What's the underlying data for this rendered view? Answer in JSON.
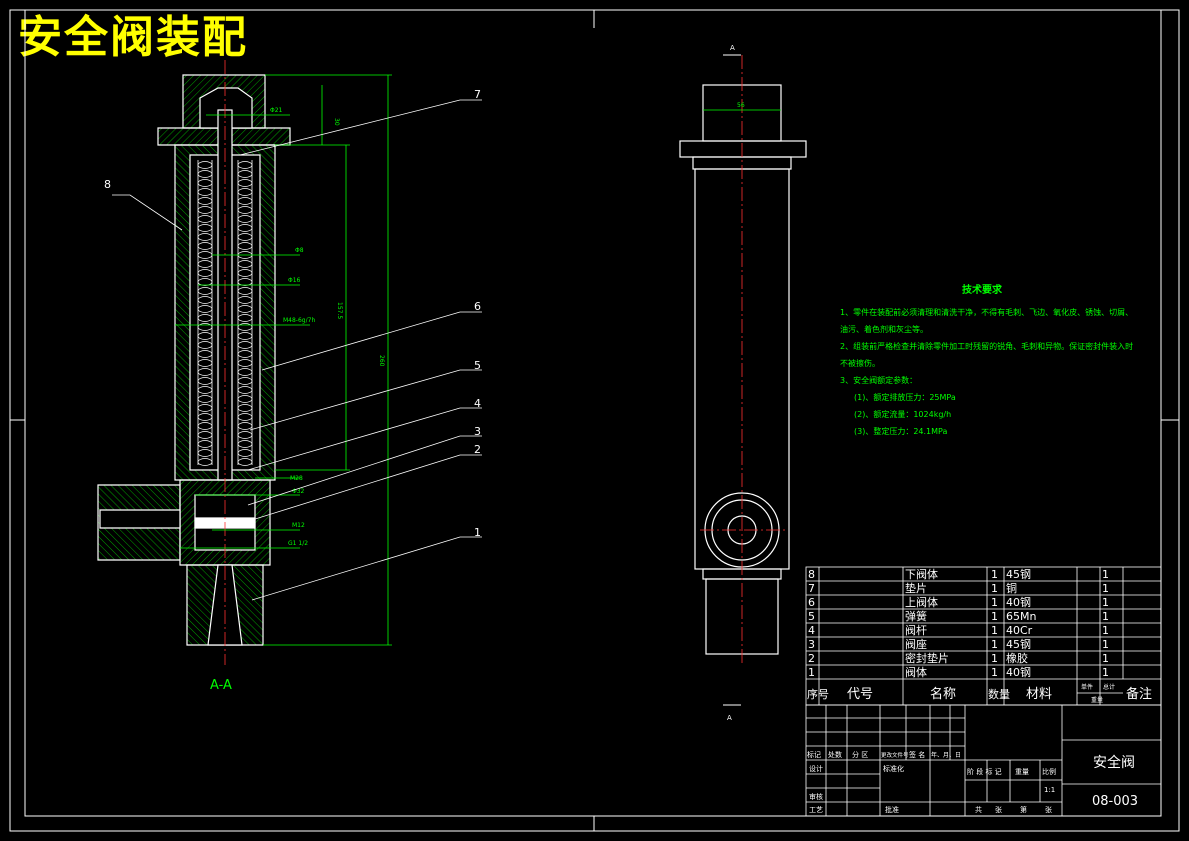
{
  "title": "安全阀装配",
  "section_label": "A-A",
  "view_marks": [
    "A",
    "A"
  ],
  "part_numbers": [
    "7",
    "8",
    "6",
    "5",
    "4",
    "3",
    "2",
    "1"
  ],
  "dimensions": {
    "d_top": "Φ21",
    "d_30": "30",
    "d_8": "Φ8",
    "d_16": "Φ16",
    "d_thread": "M48-6g/7h",
    "d_157": "157.5",
    "d_260": "260",
    "d_m28": "M28",
    "d_32": "Φ32",
    "d_m12": "M12",
    "d_g": "G1 1/2",
    "d_56": "56"
  },
  "technical_requirements": {
    "heading": "技术要求",
    "items": [
      "1、零件在装配前必须清理和清洗干净，不得有毛刺、飞边、氧化皮、锈蚀、切屑、",
      "油污、着色剂和灰尘等。",
      "2、组装前严格检查并清除零件加工时残留的锐角、毛刺和异物。保证密封件装入时",
      "不被擦伤。",
      "3、安全阀额定参数："
    ],
    "params": [
      "(1)、额定排放压力：25MPa",
      "(2)、额定流量：1024kg/h",
      "(3)、整定压力：24.1MPa"
    ]
  },
  "bom": {
    "rows": [
      {
        "no": "8",
        "name": "下阀体",
        "qty": "1",
        "material": "45钢",
        "unit": "1"
      },
      {
        "no": "7",
        "name": "垫片",
        "qty": "1",
        "material": "铜",
        "unit": "1"
      },
      {
        "no": "6",
        "name": "上阀体",
        "qty": "1",
        "material": "40钢",
        "unit": "1"
      },
      {
        "no": "5",
        "name": "弹簧",
        "qty": "1",
        "material": "65Mn",
        "unit": "1"
      },
      {
        "no": "4",
        "name": "阀杆",
        "qty": "1",
        "material": "40Cr",
        "unit": "1"
      },
      {
        "no": "3",
        "name": "阀座",
        "qty": "1",
        "material": "45钢",
        "unit": "1"
      },
      {
        "no": "2",
        "name": "密封垫片",
        "qty": "1",
        "material": "橡胶",
        "unit": "1"
      },
      {
        "no": "1",
        "name": "阀体",
        "qty": "1",
        "material": "40钢",
        "unit": "1"
      }
    ],
    "header": {
      "no": "序号",
      "code": "代号",
      "name": "名称",
      "qty": "数量",
      "material": "材料",
      "single_weight": "单件",
      "total_weight": "总计",
      "weight": "重量",
      "remark": "备注"
    }
  },
  "title_block": {
    "mark": "标记",
    "count": "处数",
    "zone": "分 区",
    "doc_no": "更改文件号",
    "sign": "签 名",
    "date": "年、月、日",
    "design": "设计",
    "standardize": "标准化",
    "review": "审核",
    "process": "工艺",
    "approve": "批准",
    "stage_mark": "阶 段 标 记",
    "weight": "重量",
    "scale": "比例",
    "scale_value": "1:1",
    "sheets_total": "共",
    "sheet_label": "张",
    "sheet_no": "第",
    "sheet_label2": "张",
    "part_name": "安全阀",
    "drawing_no": "08-003"
  }
}
